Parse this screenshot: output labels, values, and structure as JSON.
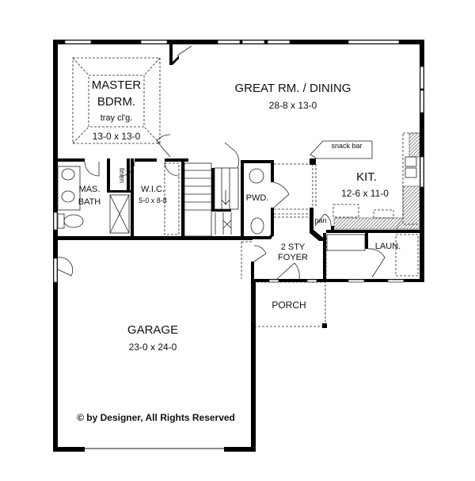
{
  "plan": {
    "rooms": {
      "master": {
        "name1": "MASTER",
        "name2": "BDRM.",
        "note": "tray cl'g.",
        "dims": "13-0 x 13-0"
      },
      "great": {
        "name": "GREAT RM. / DINING",
        "dims": "28-8 x 13-0"
      },
      "kitchen": {
        "name": "KIT.",
        "dims": "12-6 x 11-0",
        "snack_bar": "snack bar",
        "pantry": "pan"
      },
      "mas_bath": {
        "name1": "MAS.",
        "name2": "BATH",
        "linen": "linen"
      },
      "wic": {
        "name": "W.I.C.",
        "dims": "5-0 x 8-8"
      },
      "powder": {
        "name": "PWD."
      },
      "foyer": {
        "name1": "2 STY",
        "name2": "FOYER"
      },
      "laundry": {
        "name": "LAUN."
      },
      "porch": {
        "name": "PORCH"
      },
      "garage": {
        "name": "GARAGE",
        "dims": "23-0 x 24-0"
      }
    },
    "copyright": "© by Designer, All Rights Reserved"
  }
}
